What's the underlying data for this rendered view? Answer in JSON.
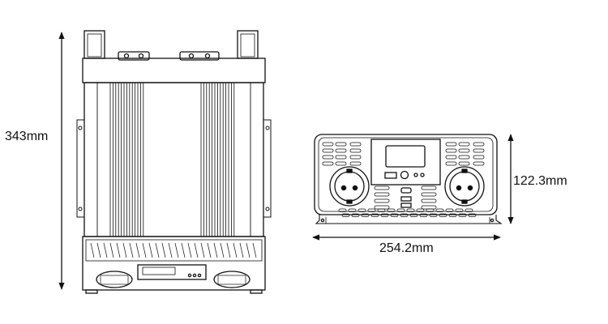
{
  "dimensions": {
    "height": "343mm",
    "front_height": "122.3mm",
    "width": "254.2mm"
  }
}
